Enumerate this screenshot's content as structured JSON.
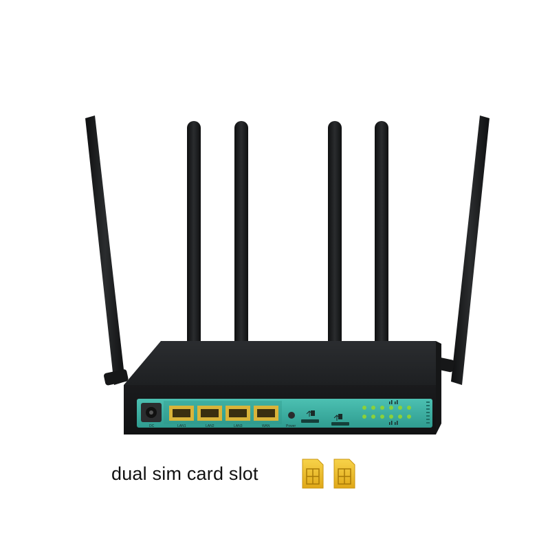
{
  "caption": {
    "text": "dual sim card slot"
  },
  "router": {
    "ports": [
      {
        "label": "LAN1"
      },
      {
        "label": "LAN2"
      },
      {
        "label": "LAN3"
      },
      {
        "label": "WAN"
      }
    ],
    "dc_label": "DC",
    "power_label": "Power"
  },
  "icons": {
    "sim_card_1": "sim-card-icon",
    "sim_card_2": "sim-card-icon"
  },
  "colors": {
    "body": "#202224",
    "panel": "#3fb3a6",
    "port": "#d9b43a",
    "led": "#8bd13a",
    "sim_gold": "#f0c030",
    "antenna": "#1b1c1e"
  }
}
